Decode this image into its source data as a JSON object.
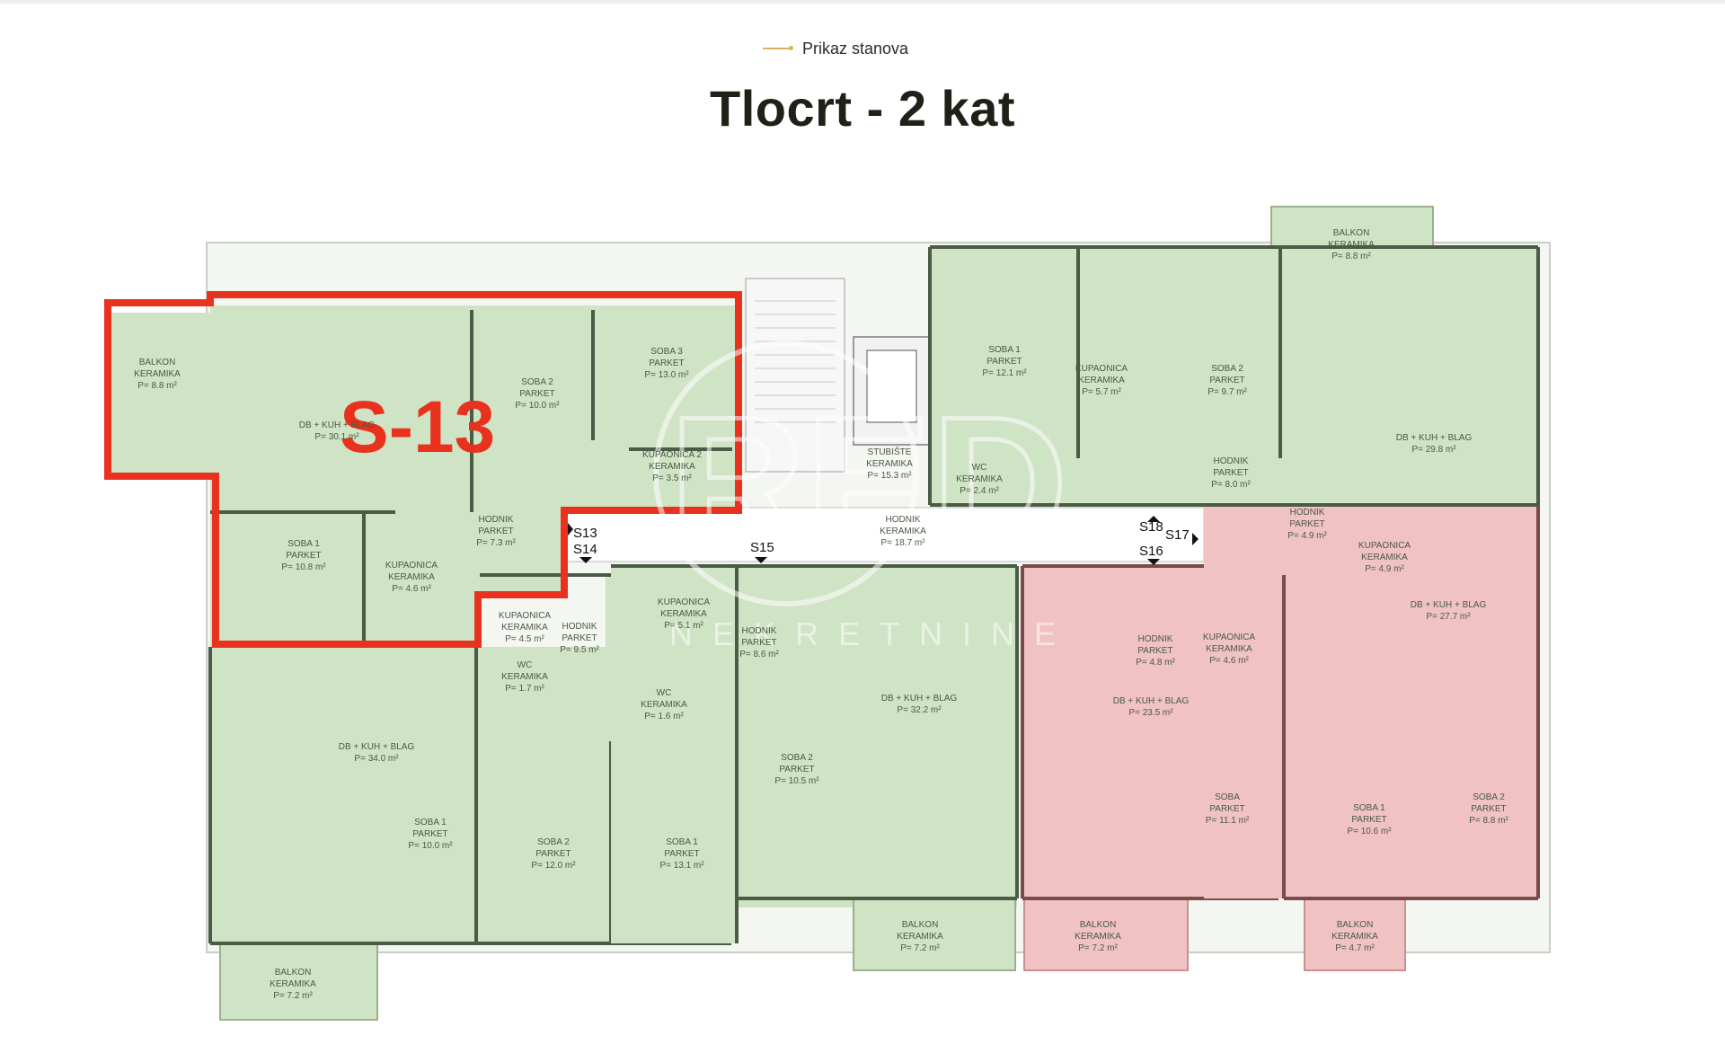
{
  "header": {
    "eyebrow": "Prikaz stanova",
    "title": "Tlocrt - 2 kat"
  },
  "colors": {
    "available": "#cfe3c5",
    "reserved": "#f0c2c2",
    "wall": "#4b5b46",
    "highlight": "#e8321e",
    "accent": "#d8b25a"
  },
  "watermark": {
    "letters": "RED",
    "sub": "NEKRETNINE"
  },
  "apartments": [
    {
      "id": "S-13",
      "tag": "S13",
      "status": "highlighted"
    },
    {
      "id": "S-14",
      "tag": "S14",
      "status": "available"
    },
    {
      "id": "S-15",
      "tag": "S15",
      "status": "available"
    },
    {
      "id": "S-16",
      "tag": "S16",
      "status": "reserved"
    },
    {
      "id": "S-17",
      "tag": "S17",
      "status": "reserved"
    },
    {
      "id": "S-18",
      "tag": "S18",
      "status": "available"
    }
  ],
  "highlight_label": "S-13",
  "rooms": [
    {
      "l1": "BALKON",
      "l2": "KERAMIKA",
      "l3": "P= 8.8 m²"
    },
    {
      "l1": "DB + KUH + BLAG",
      "l2": "",
      "l3": "P= 30.1 m²"
    },
    {
      "l1": "SOBA 2",
      "l2": "PARKET",
      "l3": "P= 10.0 m²"
    },
    {
      "l1": "SOBA 3",
      "l2": "PARKET",
      "l3": "P= 13.0 m²"
    },
    {
      "l1": "KUPAONICA 2",
      "l2": "KERAMIKA",
      "l3": "P= 3.5 m²"
    },
    {
      "l1": "SOBA 1",
      "l2": "PARKET",
      "l3": "P= 10.8 m²"
    },
    {
      "l1": "KUPAONICA",
      "l2": "KERAMIKA",
      "l3": "P= 4.6 m²"
    },
    {
      "l1": "HODNIK",
      "l2": "PARKET",
      "l3": "P= 7.3 m²"
    },
    {
      "l1": "STUBIŠTE",
      "l2": "KERAMIKA",
      "l3": "P= 15.3 m²"
    },
    {
      "l1": "HODNIK",
      "l2": "KERAMIKA",
      "l3": "P= 18.7 m²"
    },
    {
      "l1": "SOBA 1",
      "l2": "PARKET",
      "l3": "P= 12.1 m²"
    },
    {
      "l1": "KUPAONICA",
      "l2": "KERAMIKA",
      "l3": "P= 5.7 m²"
    },
    {
      "l1": "SOBA 2",
      "l2": "PARKET",
      "l3": "P= 9.7 m²"
    },
    {
      "l1": "WC",
      "l2": "KERAMIKA",
      "l3": "P= 2.4 m²"
    },
    {
      "l1": "HODNIK",
      "l2": "PARKET",
      "l3": "P= 8.0 m²"
    },
    {
      "l1": "DB + KUH + BLAG",
      "l2": "",
      "l3": "P= 29.8 m²"
    },
    {
      "l1": "BALKON",
      "l2": "KERAMIKA",
      "l3": "P= 8.8 m²"
    },
    {
      "l1": "KUPAONICA",
      "l2": "KERAMIKA",
      "l3": "P= 4.5 m²"
    },
    {
      "l1": "WC",
      "l2": "KERAMIKA",
      "l3": "P= 1.7 m²"
    },
    {
      "l1": "HODNIK",
      "l2": "PARKET",
      "l3": "P= 9.5 m²"
    },
    {
      "l1": "DB + KUH + BLAG",
      "l2": "",
      "l3": "P= 34.0 m²"
    },
    {
      "l1": "SOBA 1",
      "l2": "PARKET",
      "l3": "P= 10.0 m²"
    },
    {
      "l1": "SOBA 2",
      "l2": "PARKET",
      "l3": "P= 12.0 m²"
    },
    {
      "l1": "BALKON",
      "l2": "KERAMIKA",
      "l3": "P= 7.2 m²"
    },
    {
      "l1": "KUPAONICA",
      "l2": "KERAMIKA",
      "l3": "P= 5.1 m²"
    },
    {
      "l1": "WC",
      "l2": "KERAMIKA",
      "l3": "P= 1.6 m²"
    },
    {
      "l1": "HODNIK",
      "l2": "PARKET",
      "l3": "P= 8.6 m²"
    },
    {
      "l1": "SOBA 1",
      "l2": "PARKET",
      "l3": "P= 13.1 m²"
    },
    {
      "l1": "DB + KUH + BLAG",
      "l2": "",
      "l3": "P= 32.2 m²"
    },
    {
      "l1": "SOBA 2",
      "l2": "PARKET",
      "l3": "P= 10.5 m²"
    },
    {
      "l1": "BALKON",
      "l2": "KERAMIKA",
      "l3": "P= 7.2 m²"
    },
    {
      "l1": "HODNIK",
      "l2": "PARKET",
      "l3": "P= 4.8 m²"
    },
    {
      "l1": "KUPAONICA",
      "l2": "KERAMIKA",
      "l3": "P= 4.6 m²"
    },
    {
      "l1": "DB + KUH + BLAG",
      "l2": "",
      "l3": "P= 23.5 m²"
    },
    {
      "l1": "SOBA",
      "l2": "PARKET",
      "l3": "P= 11.1 m²"
    },
    {
      "l1": "BALKON",
      "l2": "KERAMIKA",
      "l3": "P= 7.2 m²"
    },
    {
      "l1": "HODNIK",
      "l2": "PARKET",
      "l3": "P= 4.9 m²"
    },
    {
      "l1": "KUPAONICA",
      "l2": "KERAMIKA",
      "l3": "P= 4.9 m²"
    },
    {
      "l1": "DB + KUH + BLAG",
      "l2": "",
      "l3": "P= 27.7 m²"
    },
    {
      "l1": "SOBA 1",
      "l2": "PARKET",
      "l3": "P= 10.6 m²"
    },
    {
      "l1": "SOBA 2",
      "l2": "PARKET",
      "l3": "P= 8.8 m²"
    },
    {
      "l1": "BALKON",
      "l2": "KERAMIKA",
      "l3": "P= 4.7 m²"
    }
  ]
}
